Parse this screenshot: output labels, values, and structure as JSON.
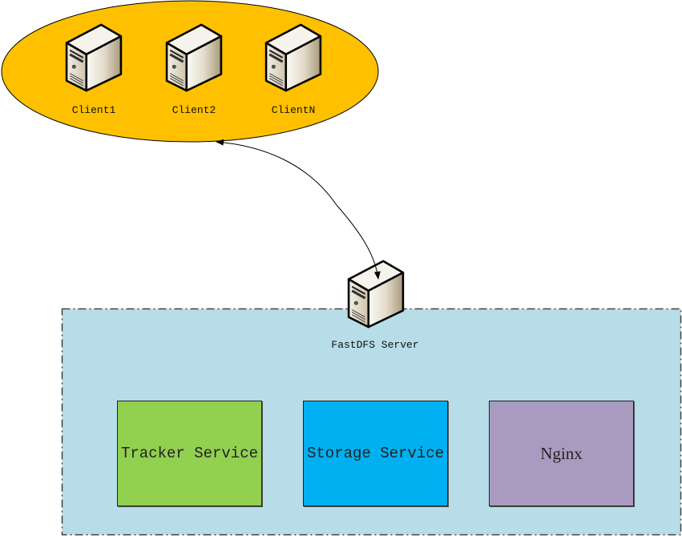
{
  "clients_group": {
    "fill_color": "#FFC000",
    "clients": [
      {
        "label": "Client1",
        "icon": "server-icon"
      },
      {
        "label": "Client2",
        "icon": "server-icon"
      },
      {
        "label": "ClientN",
        "icon": "server-icon"
      }
    ]
  },
  "connector": {
    "type": "bidirectional-arrow",
    "from": "clients_group",
    "to": "fastdfs_server"
  },
  "fastdfs_server": {
    "label": "FastDFS Server",
    "icon": "server-icon",
    "container_fill": "#B7DDE8"
  },
  "services": [
    {
      "label": "Tracker Service",
      "color": "#92D050"
    },
    {
      "label": "Storage Service",
      "color": "#00B0F0"
    },
    {
      "label": "Nginx",
      "color": "#A99BBF"
    }
  ]
}
